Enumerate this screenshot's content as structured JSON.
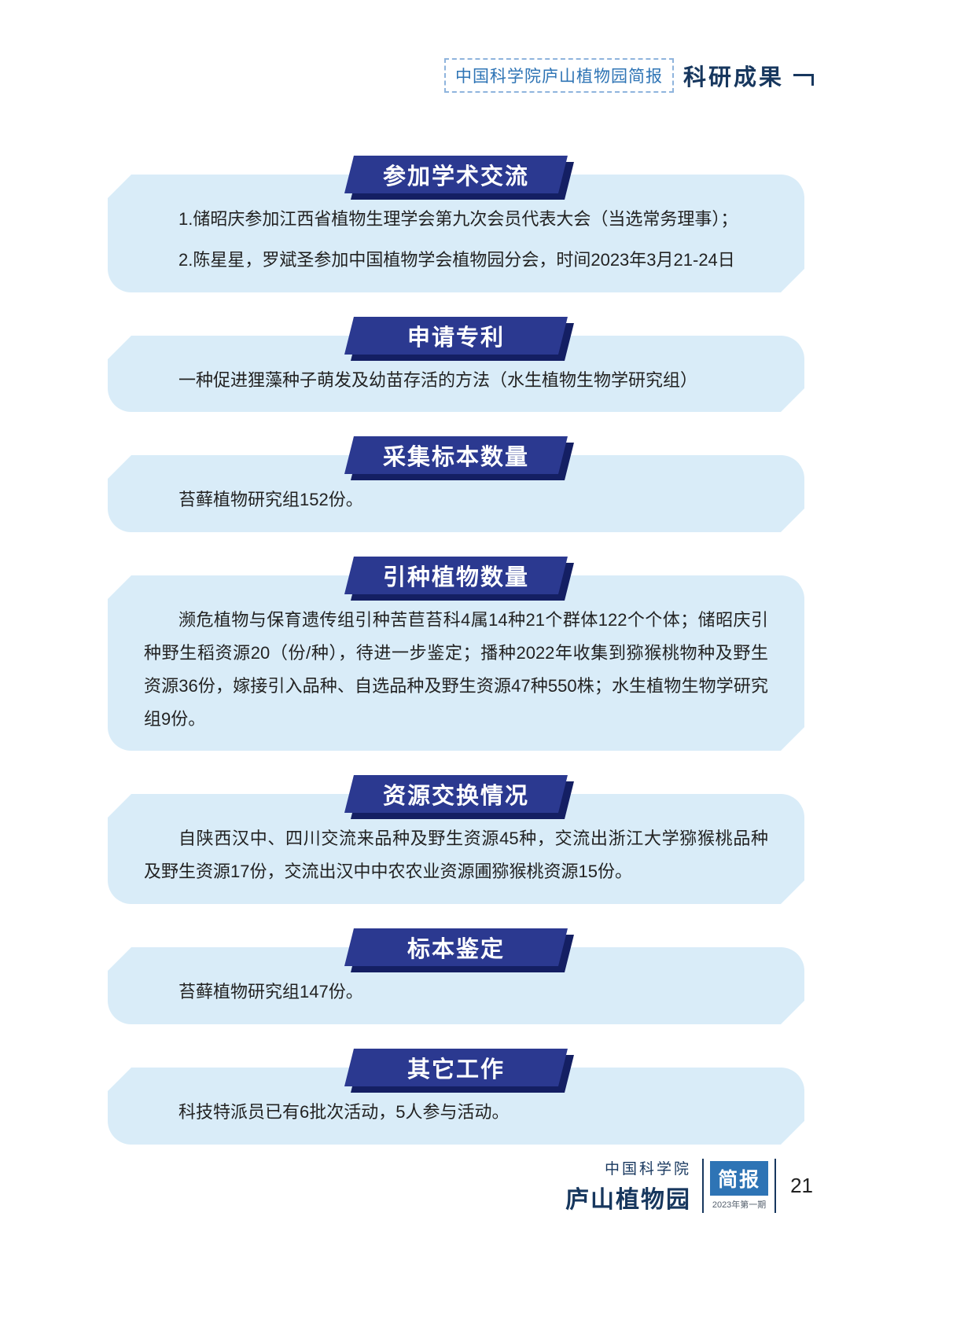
{
  "header": {
    "newsletter": "中国科学院庐山植物园简报",
    "section": "科研成果"
  },
  "sections": [
    {
      "title": "参加学术交流",
      "paragraphs": [
        "1.储昭庆参加江西省植物生理学会第九次会员代表大会（当选常务理事）；",
        "2.陈星星，罗斌圣参加中国植物学会植物园分会，时间2023年3月21-24日"
      ]
    },
    {
      "title": "申请专利",
      "paragraphs": [
        "一种促进狸藻种子萌发及幼苗存活的方法（水生植物生物学研究组）"
      ]
    },
    {
      "title": "采集标本数量",
      "paragraphs": [
        "苔藓植物研究组152份。"
      ]
    },
    {
      "title": "引种植物数量",
      "paragraphs": [
        "濒危植物与保育遗传组引种苦苣苔科4属14种21个群体122个个体；储昭庆引种野生稻资源20（份/种），待进一步鉴定；播种2022年收集到猕猴桃物种及野生资源36份，嫁接引入品种、自选品种及野生资源47种550株；水生植物生物学研究组9份。"
      ]
    },
    {
      "title": "资源交换情况",
      "paragraphs": [
        "自陕西汉中、四川交流来品种及野生资源45种，交流出浙江大学猕猴桃品种及野生资源17份，交流出汉中中农农业资源圃猕猴桃资源15份。"
      ]
    },
    {
      "title": "标本鉴定",
      "paragraphs": [
        "苔藓植物研究组147份。"
      ]
    },
    {
      "title": "其它工作",
      "paragraphs": [
        "科技特派员已有6批次活动，5人参与活动。"
      ]
    }
  ],
  "footer": {
    "org_small": "中国科学院",
    "org_large": "庐山植物园",
    "bulletin": "简报",
    "issue": "2023年第一期",
    "page_number": "21"
  },
  "colors": {
    "banner_blue": "#2b3990",
    "banner_shadow": "#141f63",
    "box_fill": "#d9ecf8",
    "accent_blue": "#2e74b5",
    "navy_text": "#17375e",
    "body_text": "#222222"
  }
}
